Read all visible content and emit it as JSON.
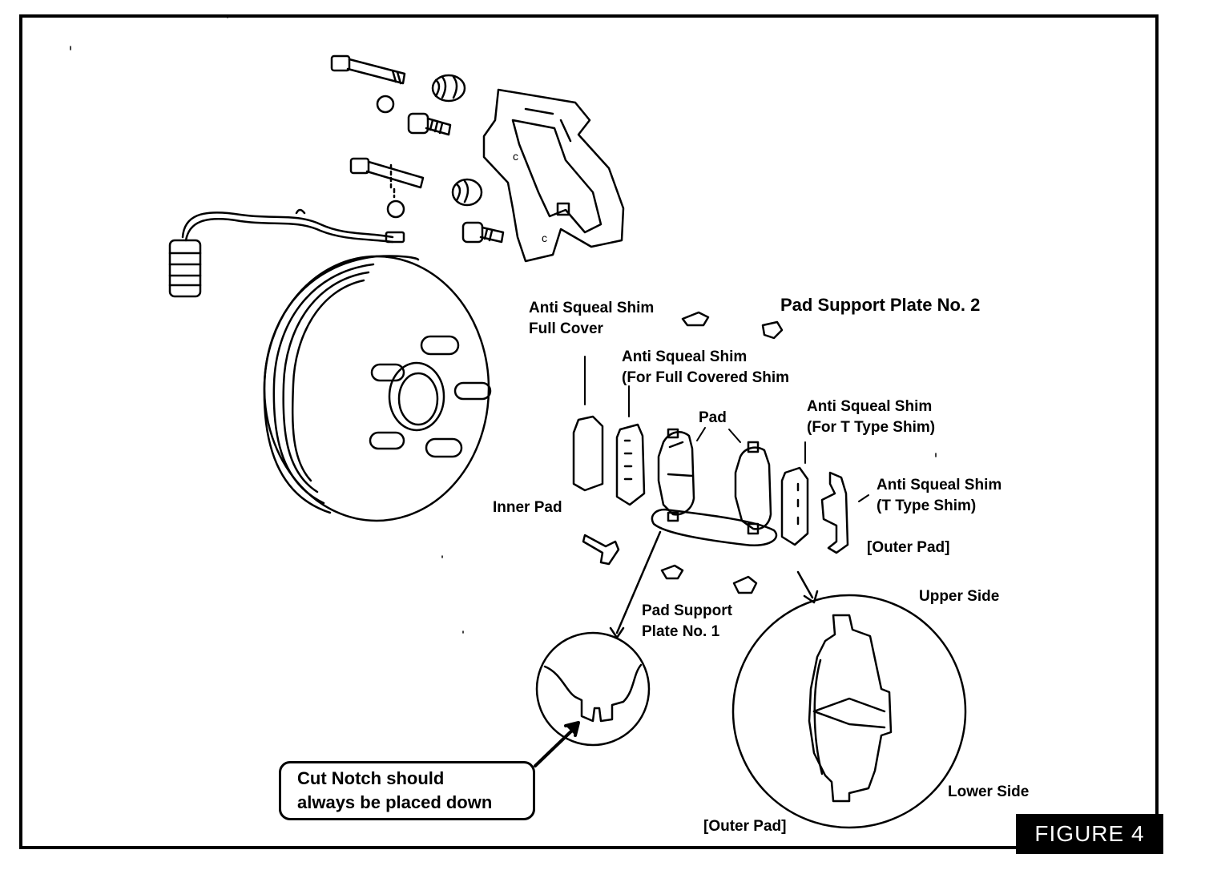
{
  "labels": {
    "anti_squeal_full_cover": [
      "Anti Squeal Shim",
      "Full Cover"
    ],
    "pad_support_plate_2": "Pad Support Plate No. 2",
    "anti_squeal_for_full_covered": [
      "Anti Squeal Shim",
      "(For Full Covered Shim"
    ],
    "pad": "Pad",
    "anti_squeal_for_t_type": [
      "Anti Squeal Shim",
      "(For T Type Shim)"
    ],
    "anti_squeal_t_type": [
      "Anti Squeal Shim",
      "(T Type Shim)"
    ],
    "inner_pad": "Inner Pad",
    "outer_pad_bracket": "[Outer Pad]",
    "upper_side": "Upper Side",
    "pad_support_plate_1": [
      "Pad Support",
      "Plate No. 1"
    ],
    "lower_side": "Lower Side",
    "outer_pad_bottom": "[Outer Pad]"
  },
  "callout": [
    "Cut Notch should",
    "always be placed down"
  ],
  "figure_label": "FIGURE 4"
}
